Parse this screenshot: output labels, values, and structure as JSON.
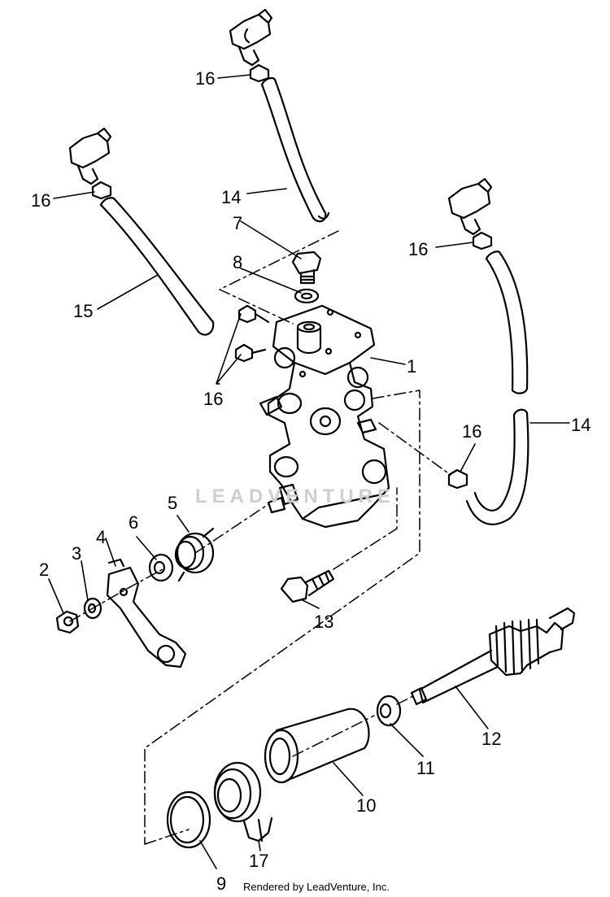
{
  "callouts": {
    "c1": "1",
    "c2": "2",
    "c3": "3",
    "c4": "4",
    "c5": "5",
    "c6": "6",
    "c7": "7",
    "c8": "8",
    "c9": "9",
    "c10": "10",
    "c11": "11",
    "c12": "12",
    "c13": "13",
    "c14a": "14",
    "c14b": "14",
    "c15": "15",
    "c16a": "16",
    "c16b": "16",
    "c16c": "16",
    "c16d": "16",
    "c16e": "16",
    "c17": "17"
  },
  "watermark": "LEADVENTURE",
  "footer": "Rendered by LeadVenture, Inc."
}
